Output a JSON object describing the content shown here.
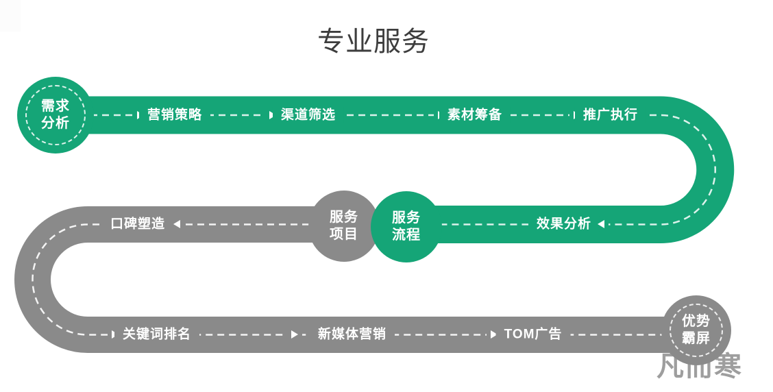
{
  "title": "专业服务",
  "colors": {
    "green": "#15a577",
    "gray": "#8a8a8a",
    "title_text": "#3d3d3d",
    "label_text": "#ffffff"
  },
  "flow": {
    "start_node": "需求\n分析",
    "hub_gray_node": "服务\n项目",
    "hub_green_node": "服务\n流程",
    "end_node": "优势\n霸屏",
    "top_row": {
      "step1": "营销策略",
      "step2": "渠道筛选",
      "step3": "素材筹备",
      "step4": "推广执行"
    },
    "middle_green_row": {
      "step1": "效果分析"
    },
    "middle_gray_row": {
      "step1": "口碑塑造"
    },
    "bottom_row": {
      "step1": "关键词排名",
      "step2": "新媒体营销",
      "step3": "TOM广告"
    }
  },
  "watermark_partial": "凡而寒"
}
